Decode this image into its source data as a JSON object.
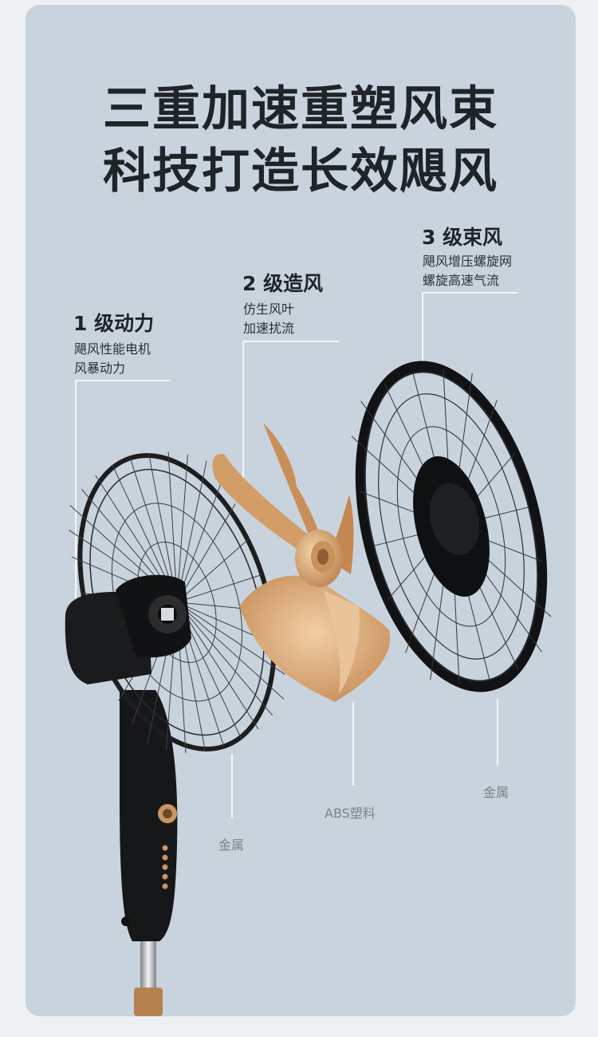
{
  "headline": {
    "line1": "三重加速重塑风束",
    "line2": "科技打造长效飓风"
  },
  "features": [
    {
      "title": "1 级动力",
      "desc1": "飓风性能电机",
      "desc2": "风暴动力"
    },
    {
      "title": "2 级造风",
      "desc1": "仿生风叶",
      "desc2": "加速扰流"
    },
    {
      "title": "3 级束风",
      "desc1": "飓风增压螺旋网",
      "desc2": "螺旋高速气流"
    }
  ],
  "materials": {
    "rear_guard": "金属",
    "blade": "ABS塑料",
    "front_guard": "金属"
  },
  "colors": {
    "background": "#c9d3dd",
    "text": "#1f2429",
    "fan_body": "#151617",
    "blade": "#d9a878"
  }
}
